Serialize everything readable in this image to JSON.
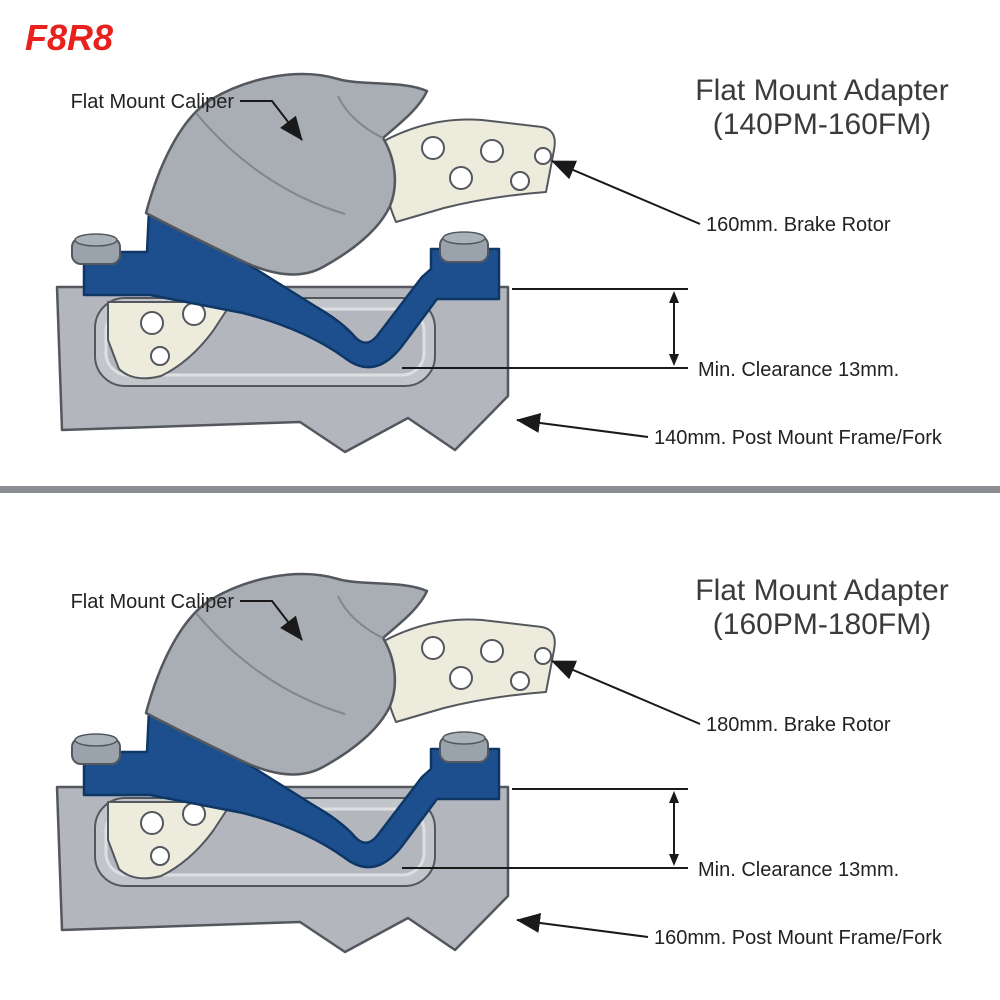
{
  "page": {
    "code": "F8R8"
  },
  "colors": {
    "brand_red": "#e8211d",
    "adapter_blue": "#1d4f8f",
    "part_gray": "#a9aeb4",
    "frame_gray": "#b3b7bd",
    "rotor_cream": "#edecdc"
  },
  "panels": [
    {
      "title_line1": "Flat Mount Adapter",
      "title_line2": "(140PM-160FM)",
      "caliper_label": "Flat Mount Caliper",
      "rotor_label": "160mm. Brake Rotor",
      "clearance_label": "Min. Clearance 13mm.",
      "frame_label": "140mm. Post Mount Frame/Fork"
    },
    {
      "title_line1": "Flat Mount Adapter",
      "title_line2": "(160PM-180FM)",
      "caliper_label": "Flat Mount Caliper",
      "rotor_label": "180mm. Brake Rotor",
      "clearance_label": "Min. Clearance 13mm.",
      "frame_label": "160mm. Post Mount Frame/Fork"
    }
  ]
}
